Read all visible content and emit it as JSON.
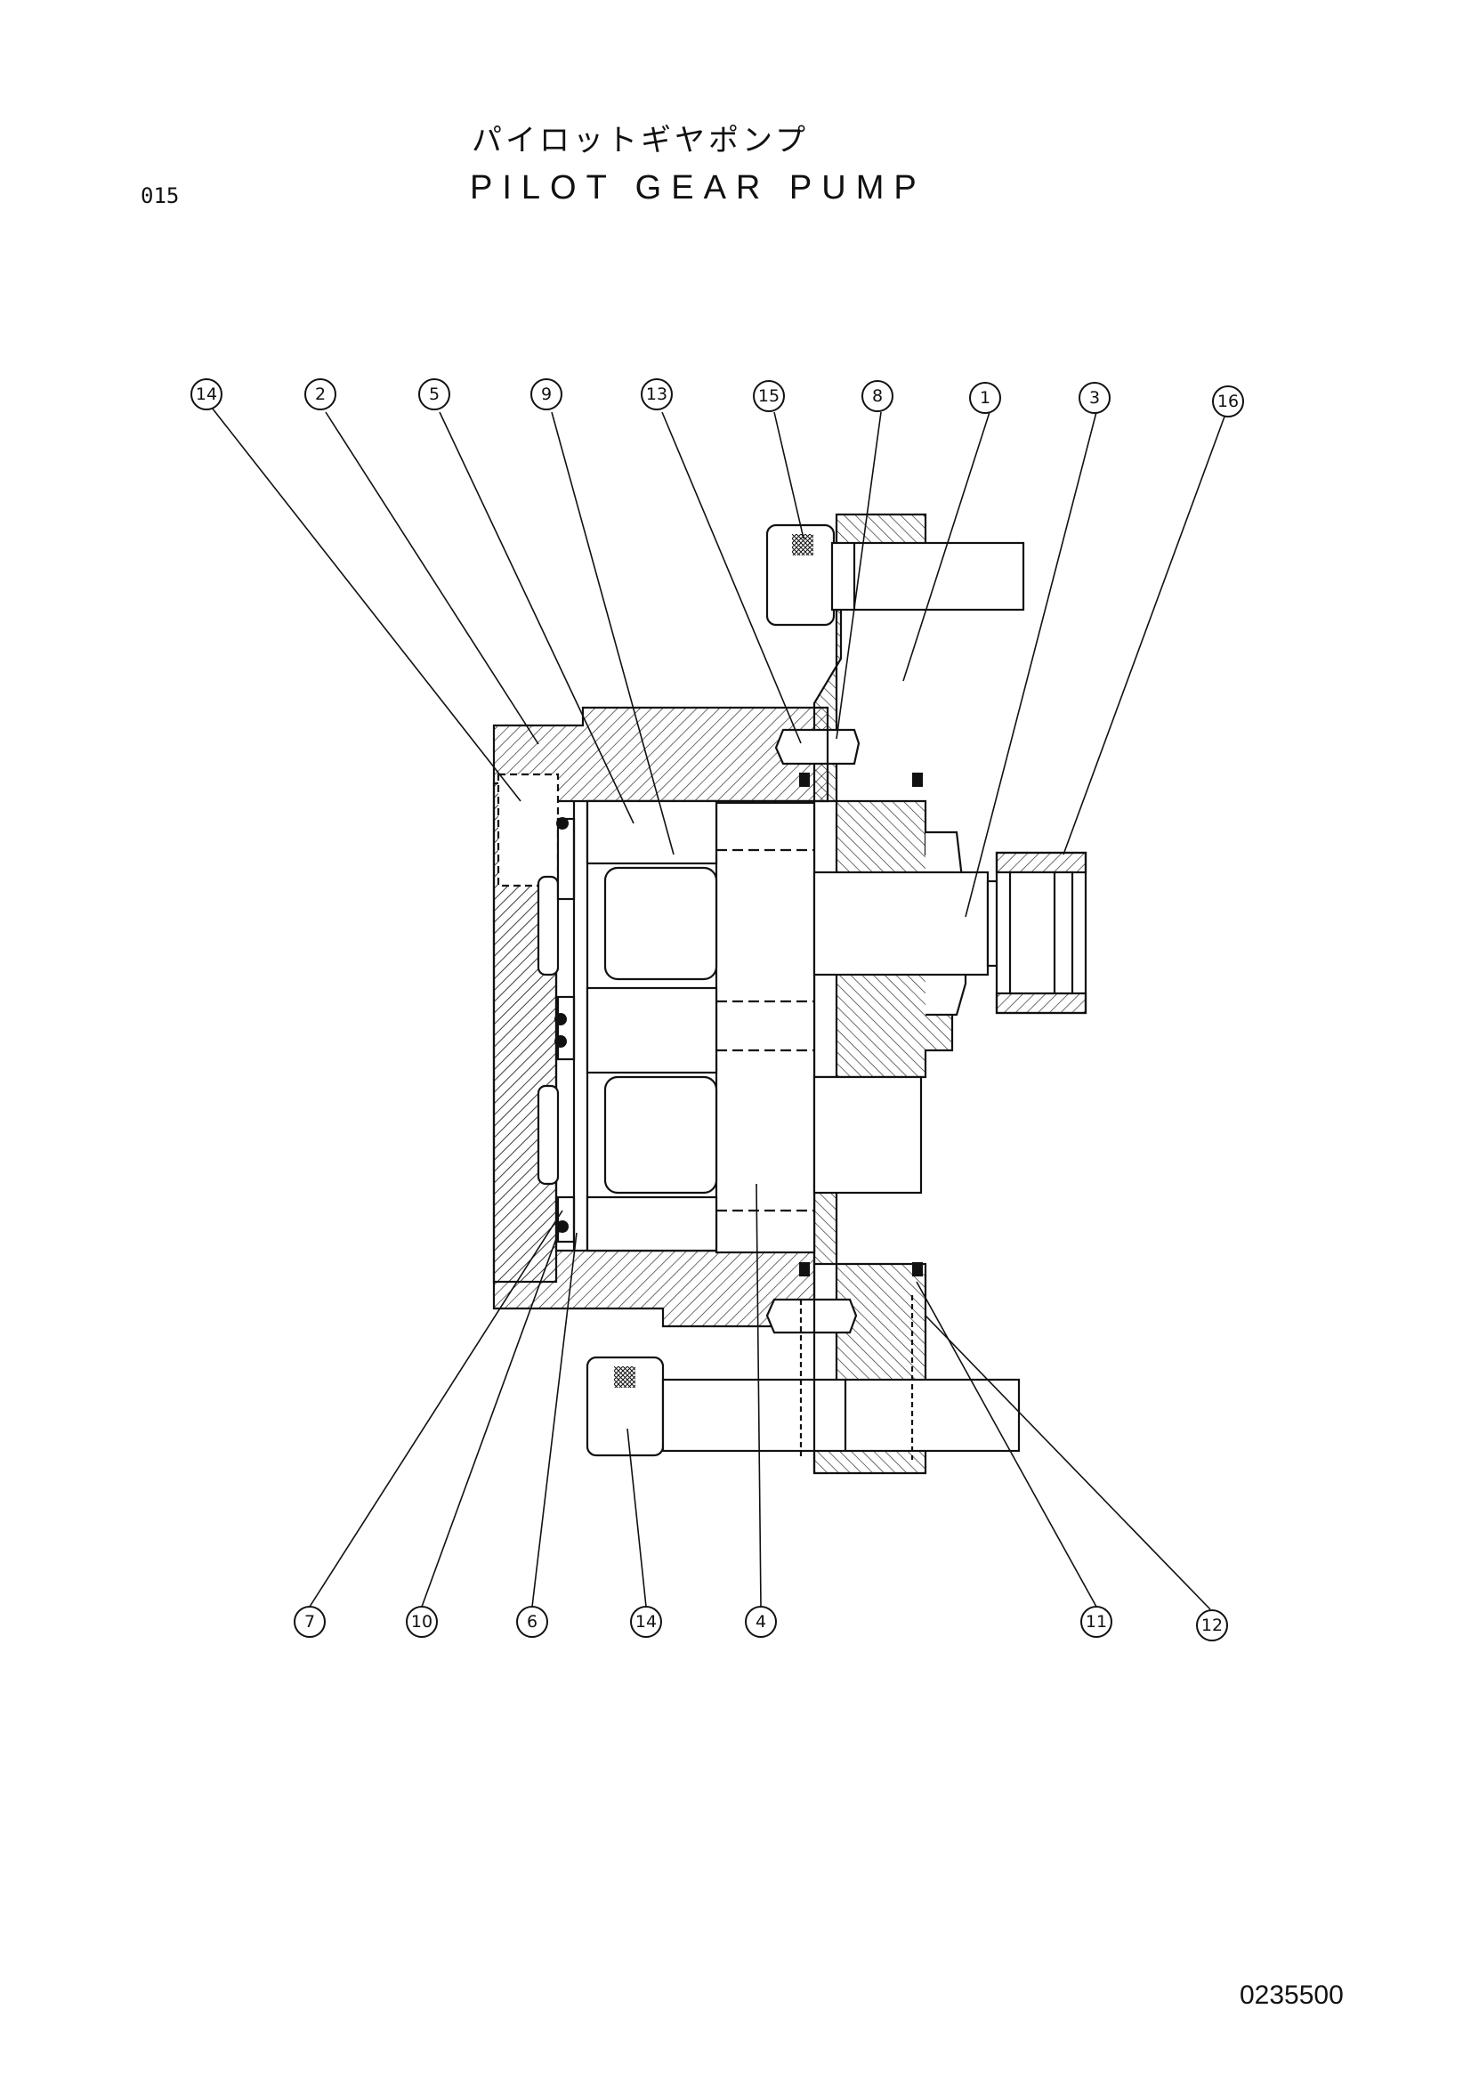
{
  "header": {
    "title_ja": "パイロットギヤポンプ",
    "title_en": "PILOT GEAR PUMP",
    "page_code": "015"
  },
  "footer": {
    "doc_number": "0235500"
  },
  "callouts": {
    "top": [
      "14",
      "2",
      "5",
      "9",
      "13",
      "15",
      "8",
      "1",
      "3",
      "16"
    ],
    "bottom": [
      "7",
      "10",
      "6",
      "14",
      "4",
      "11",
      "12"
    ]
  }
}
